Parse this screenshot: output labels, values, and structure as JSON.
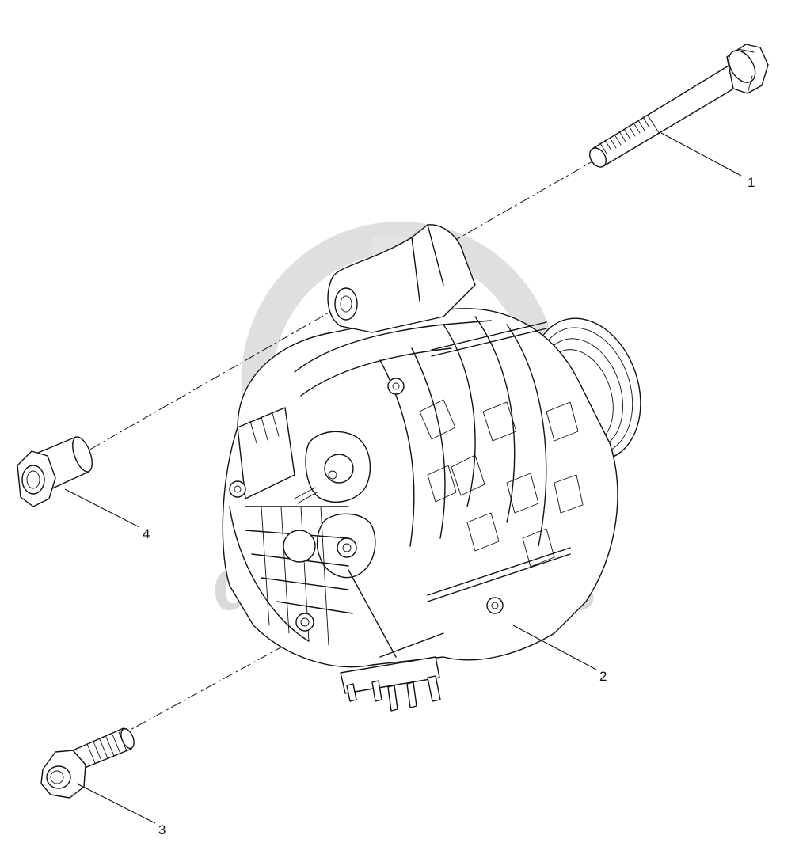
{
  "watermark": {
    "text": "daily-parts",
    "color": "#d9d9d9"
  },
  "callouts": [
    {
      "id": "1",
      "label": "1"
    },
    {
      "id": "2",
      "label": "2"
    },
    {
      "id": "3",
      "label": "3"
    },
    {
      "id": "4",
      "label": "4"
    }
  ],
  "colors": {
    "line": "#111111",
    "background": "#ffffff"
  }
}
